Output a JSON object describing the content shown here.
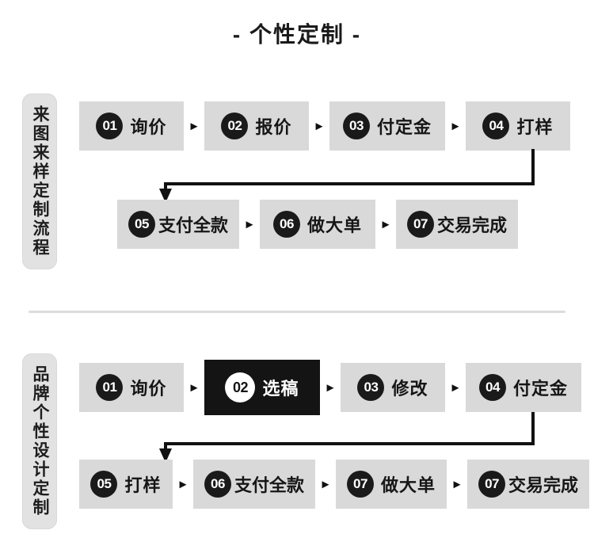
{
  "title": "- 个性定制 -",
  "colors": {
    "box_bg": "#d9d9d9",
    "highlight_bg": "#141414",
    "tab_bg": "#e2e2e2",
    "text": "#161616",
    "divider": "#dcdcdc"
  },
  "arrow_glyph": "►",
  "sections": [
    {
      "tab_label": "来图来样定制流程",
      "rows": [
        {
          "steps": [
            {
              "num": "01",
              "label": "询价",
              "highlight": false
            },
            {
              "num": "02",
              "label": "报价",
              "highlight": false
            },
            {
              "num": "03",
              "label": "付定金",
              "highlight": false
            },
            {
              "num": "04",
              "label": "打样",
              "highlight": false
            }
          ]
        },
        {
          "steps": [
            {
              "num": "05",
              "label": "支付全款",
              "highlight": false
            },
            {
              "num": "06",
              "label": "做大单",
              "highlight": false
            },
            {
              "num": "07",
              "label": "交易完成",
              "highlight": false
            }
          ]
        }
      ]
    },
    {
      "tab_label": "品牌个性设计定制",
      "rows": [
        {
          "steps": [
            {
              "num": "01",
              "label": "询价",
              "highlight": false
            },
            {
              "num": "02",
              "label": "选稿",
              "highlight": true
            },
            {
              "num": "03",
              "label": "修改",
              "highlight": false
            },
            {
              "num": "04",
              "label": "付定金",
              "highlight": false
            }
          ]
        },
        {
          "steps": [
            {
              "num": "05",
              "label": "打样",
              "highlight": false
            },
            {
              "num": "06",
              "label": "支付全款",
              "highlight": false
            },
            {
              "num": "07",
              "label": "做大单",
              "highlight": false
            },
            {
              "num": "07",
              "label": "交易完成",
              "highlight": false
            }
          ]
        }
      ]
    }
  ]
}
